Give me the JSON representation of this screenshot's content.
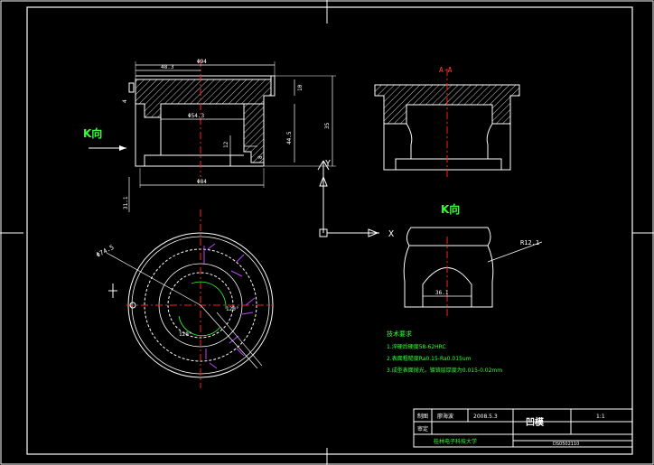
{
  "drawing": {
    "part_name": "凹模",
    "scale": "1:1",
    "section_label": "A-A",
    "view_label_main": "K向",
    "view_label_secondary": "K向",
    "axis_y": "Y",
    "axis_x": "X"
  },
  "dimensions": {
    "d_top": "Φ94",
    "d_left": "48.3",
    "d_bore": "Φ54.3",
    "d_bottom": "Φ84",
    "h_total": "35",
    "h_inner": "44.5",
    "h_small": "12",
    "h_step": "8",
    "h_top": "10",
    "left_small": "4",
    "left_bottom": "31.1",
    "radius_circle": "Φ74.5",
    "angle_120_a": "120°",
    "angle_120_b": "120°",
    "r_kview": "R12.1",
    "w_kview": "36.1"
  },
  "notes": {
    "title": "技术要求",
    "items": [
      "1.淬硬后硬度58-62HRC",
      "2.表面粗糙度Ra0.15-Ra0.015um",
      "3.成型表面抛光，镀铬层厚度为0.015-0.02mm"
    ]
  },
  "title_block": {
    "design_label": "制图",
    "designer": "廖海波",
    "date": "2008.5.3",
    "check_label": "审定",
    "school": "桂林电子科技大学",
    "drawing_no": "DS0502110"
  },
  "colors": {
    "background": "#000000",
    "outline": "#ffffff",
    "hatch": "#ffffff",
    "centerline": "#ff2020",
    "annotation": "#33ff33",
    "purple": "#c040ff"
  }
}
